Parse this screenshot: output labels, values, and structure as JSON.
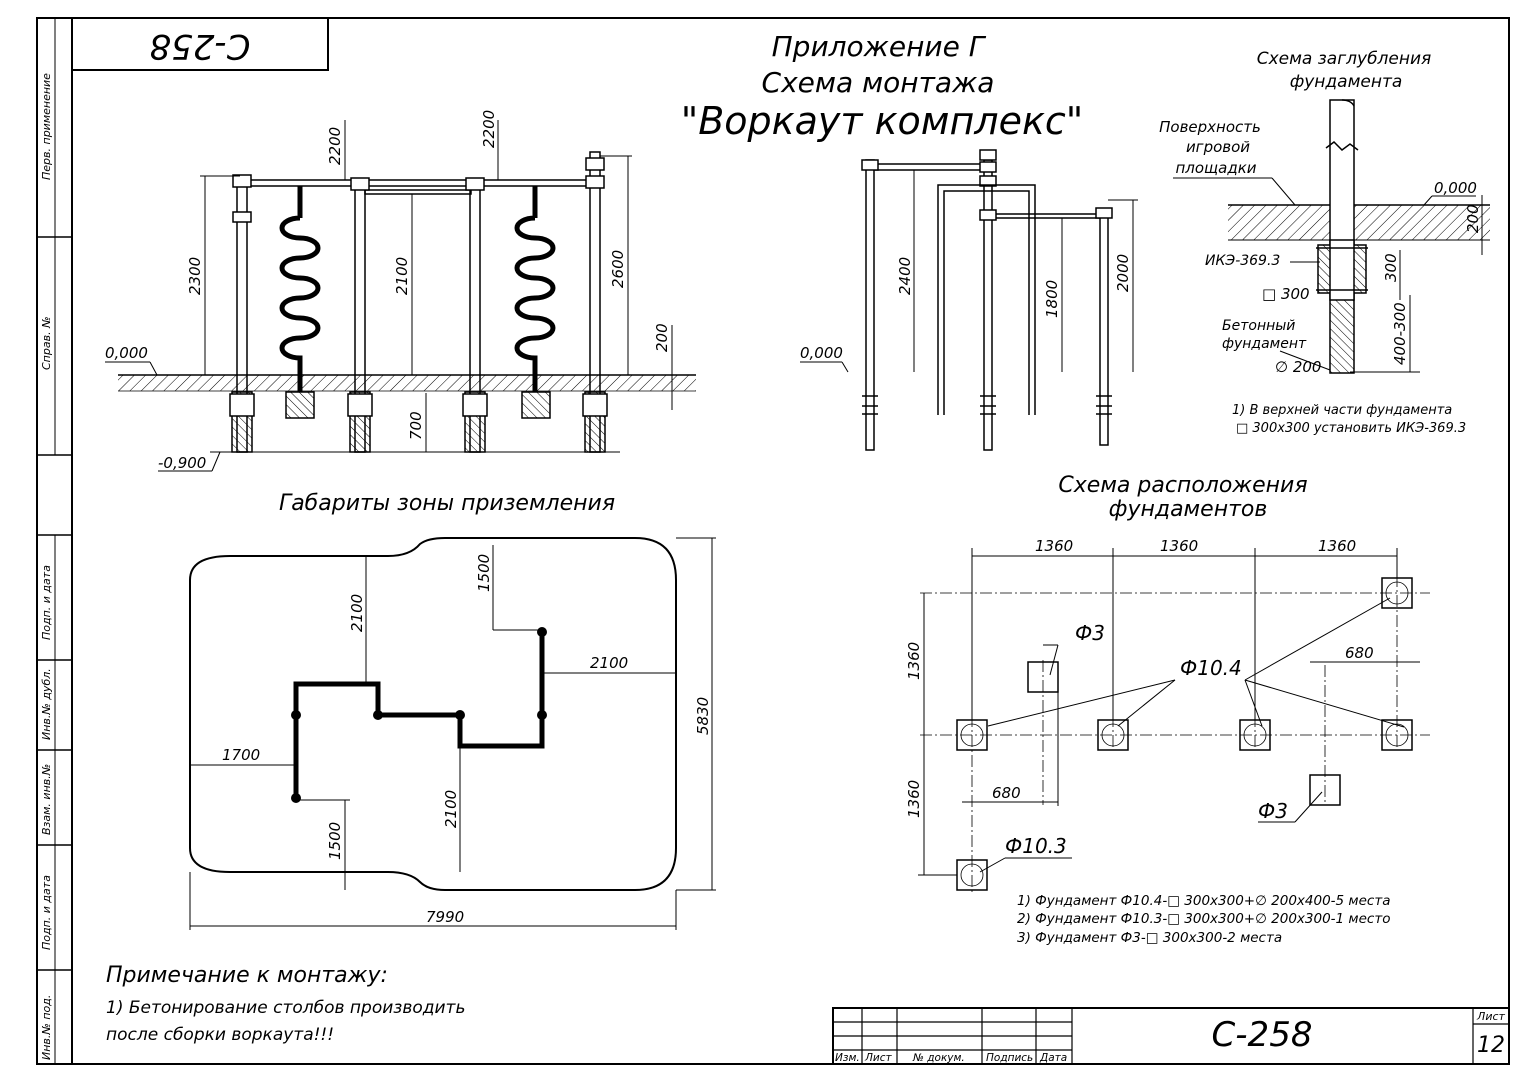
{
  "code_top": "С-258",
  "title": {
    "line1": "Приложение Г",
    "line2": "Схема монтажа",
    "line3": "\"Воркаут комплекс\""
  },
  "side_stamp": [
    "Перв. применение",
    "Справ. №",
    "Подп. и дата",
    "Инв.№ дубл.",
    "Взам. инв.№",
    "Подп. и дата",
    "Инв.№ под."
  ],
  "front_view": {
    "dims": [
      "2200",
      "2200",
      "2300",
      "2100",
      "2600",
      "200",
      "700"
    ],
    "levels": [
      "0,000",
      "-0,900"
    ]
  },
  "side_view": {
    "dims": [
      "2400",
      "1800",
      "2000"
    ],
    "level": "0,000"
  },
  "depth_scheme": {
    "title1": "Схема заглубления",
    "title2": "фундамента",
    "surface": [
      "Поверхность",
      "игровой",
      "площадки"
    ],
    "level": "0,000",
    "dim_200": "200",
    "ike": "ИКЭ-369.3",
    "dim_300": "300",
    "sq300": "□ 300",
    "concrete": [
      "Бетонный",
      "фундамент"
    ],
    "dim_400": "400-300",
    "dia200": "∅ 200",
    "note1": "1) В верхней части фундамента",
    "note2": "□ 300х300 установить ИКЭ-369.3"
  },
  "landing": {
    "title": "Габариты зоны приземления",
    "dims": [
      "1500",
      "2100",
      "2100",
      "1700",
      "5830",
      "2100",
      "1500",
      "7990"
    ]
  },
  "layout": {
    "title1": "Схема расположения",
    "title2": "фундаментов",
    "top_dims": [
      "1360",
      "1360",
      "1360"
    ],
    "left_dims": [
      "1360",
      "1360"
    ],
    "dim_680a": "680",
    "dim_680b": "680",
    "labels": [
      "Ф3",
      "Ф10.4",
      "Ф3",
      "Ф10.3"
    ],
    "notes": [
      "1) Фундамент Ф10.4-□ 300х300+∅ 200х400-5 места",
      "2) Фундамент Ф10.3-□ 300х300+∅ 200х300-1 место",
      "3) Фундамент Ф3-□ 300х300-2 места"
    ]
  },
  "mount_note": {
    "title": "Примечание к монтажу:",
    "line1": "1) Бетонирование столбов производить",
    "line2": "после сборки воркаута!!!"
  },
  "title_block": {
    "headers": [
      "Изм.",
      "Лист",
      "№ докум.",
      "Подпись",
      "Дата"
    ],
    "code": "С-258",
    "sheet_label": "Лист",
    "sheet_no": "12"
  }
}
